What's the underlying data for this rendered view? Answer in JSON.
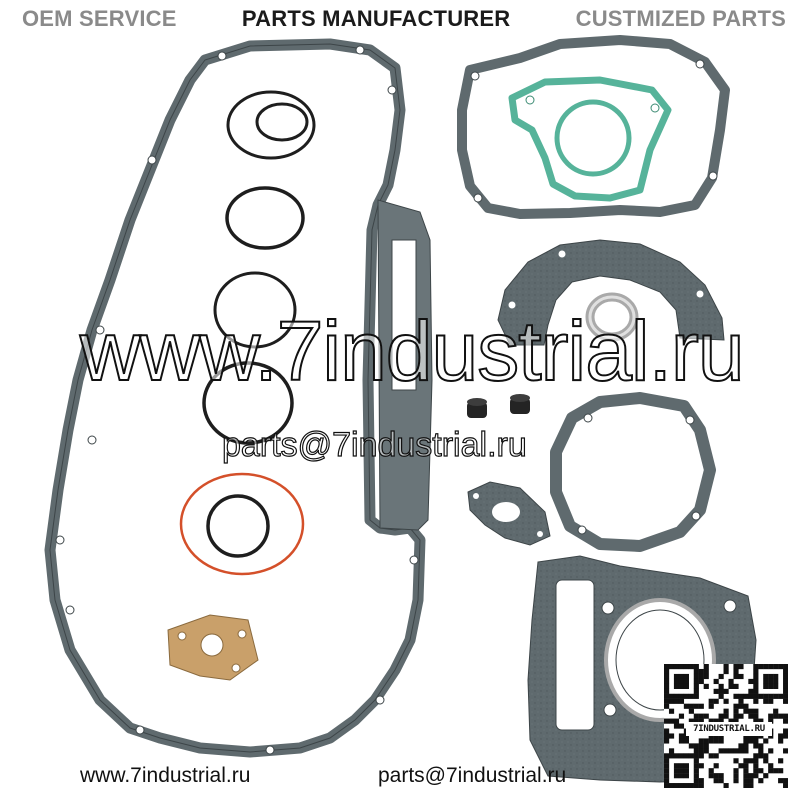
{
  "banner": {
    "left": "OEM SERVICE",
    "center": "PARTS MANUFACTURER",
    "right": "CUSTMIZED PARTS"
  },
  "watermark": {
    "site": "www.7industrial.ru",
    "email": "parts@7industrial.ru"
  },
  "footer": {
    "site": "www.7industrial.ru",
    "email": "parts@7industrial.ru"
  },
  "qr": {
    "caption": "7INDUSTRIAL.RU"
  },
  "colors": {
    "gasket_grey": "#5f6a6e",
    "gasket_dark": "#3d4548",
    "gasket_green": "#56b39a",
    "orange_ring": "#d4502a",
    "copper_gasket": "#c9a06a",
    "metal_ring": "#c8c8c8"
  }
}
